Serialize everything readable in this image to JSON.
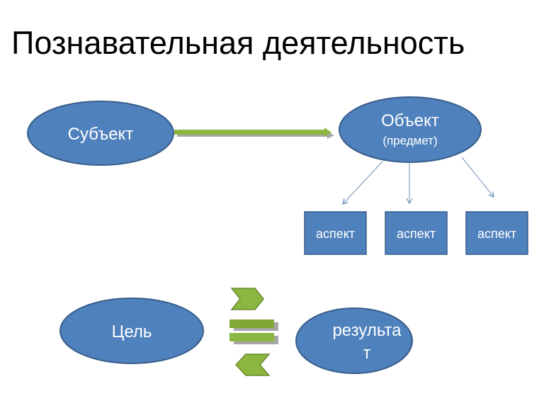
{
  "title": "Познавательная деятельность",
  "subject": "Субъект",
  "object": {
    "label": "Объект",
    "sub": "(предмет)"
  },
  "aspects": [
    "аспект",
    "аспект",
    "аспект"
  ],
  "goal": "Цель",
  "result": {
    "line1": "результа",
    "line2": "т"
  },
  "colors": {
    "node_fill": "#4f81bd",
    "node_stroke": "#385d8a",
    "arrow_green": "#8bb63f",
    "connector": "#6b8fb8"
  }
}
